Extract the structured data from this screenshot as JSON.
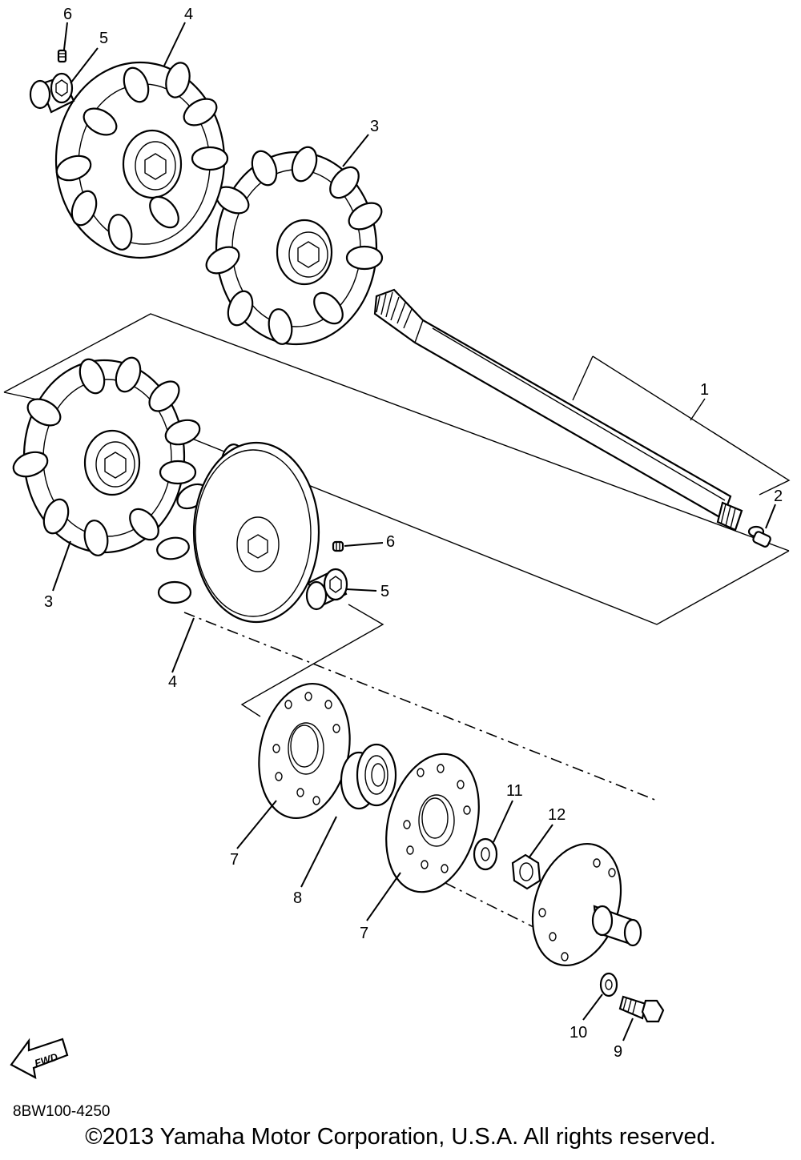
{
  "callouts": {
    "c1": "1",
    "c2": "2",
    "c3_top": "3",
    "c3_left": "3",
    "c4_top": "4",
    "c4_mid": "4",
    "c5_top": "5",
    "c5_mid": "5",
    "c6_top": "6",
    "c6_mid": "6",
    "c7_left": "7",
    "c7_right": "7",
    "c8": "8",
    "c9": "9",
    "c10": "10",
    "c11": "11",
    "c12": "12"
  },
  "fwd_label": "FWD",
  "catalog_code": "8BW100-4250",
  "copyright": "©2013 Yamaha Motor Corporation, U.S.A. All rights reserved."
}
